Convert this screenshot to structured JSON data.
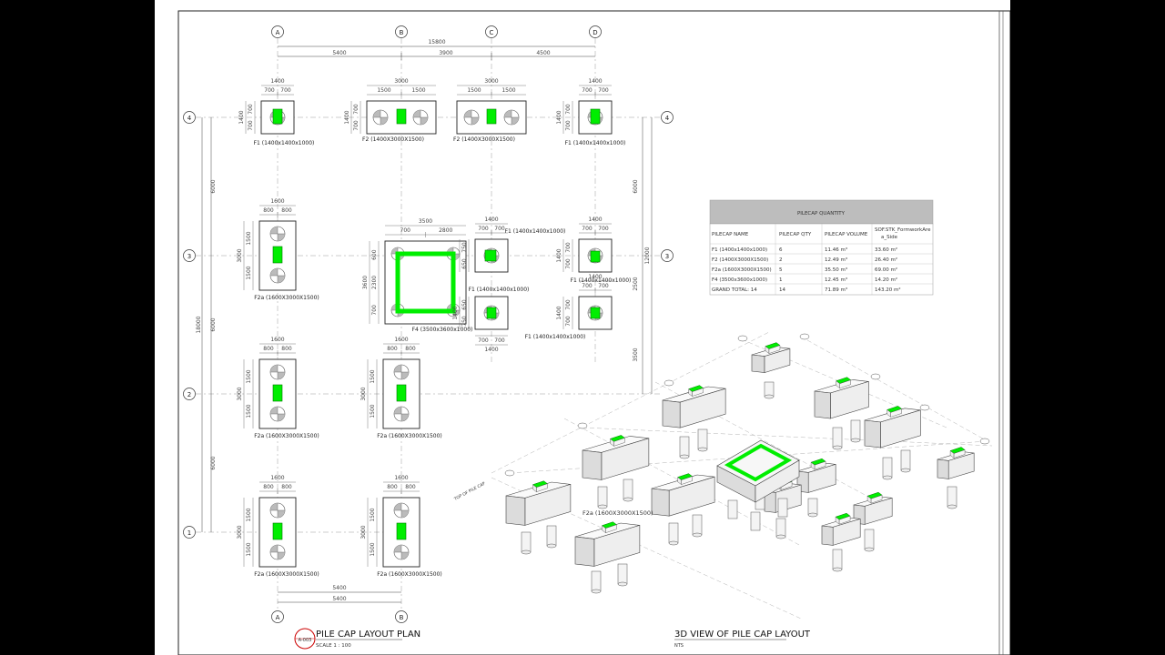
{
  "plan": {
    "grid_columns": [
      "A",
      "B",
      "C",
      "D"
    ],
    "grid_rows": [
      "4",
      "3",
      "2",
      "1"
    ],
    "top_dims": {
      "total": "15800",
      "bays": [
        "5400",
        "3900",
        "4500"
      ]
    },
    "left_dims": {
      "total": "18000",
      "bays": [
        "6000",
        "6000",
        "6000"
      ]
    },
    "right_dims": {
      "total": "12000",
      "bays": [
        "6000",
        "2500",
        "3500"
      ]
    },
    "bottom_dims": {
      "a": "5400",
      "b": "5400"
    },
    "title": "PILE CAP LAYOUT PLAN",
    "scale": "SCALE    1 : 100",
    "sheet_ref": "A-003",
    "footings": [
      {
        "label": "F1 (1400x1400x1000)",
        "w": "1400",
        "w_parts": [
          "700",
          "700"
        ],
        "h": "1400",
        "h_parts": [
          "700",
          "700"
        ]
      },
      {
        "label": "F2 (1400X3000X1500)",
        "w": "3000",
        "w_parts": [
          "1500",
          "1500"
        ],
        "h": "1400",
        "h_parts": [
          "700",
          "700"
        ]
      },
      {
        "label": "F2 (1400X3000X1500)",
        "w": "3000",
        "w_parts": [
          "1500",
          "1500"
        ]
      },
      {
        "label": "F1 (1400x1400x1000)",
        "w": "1400",
        "w_parts": [
          "700",
          "700"
        ],
        "h": "1400",
        "h_parts": [
          "700",
          "700"
        ]
      },
      {
        "label": "F2a (1600X3000X1500)",
        "w": "1600",
        "w_parts": [
          "800",
          "800"
        ],
        "h": "3000",
        "h_parts": [
          "1500",
          "1500"
        ]
      },
      {
        "label": "F4 (3500x3600x1000)",
        "w": "3500",
        "w_parts": [
          "700",
          "2800"
        ],
        "h": "3600",
        "h_parts": [
          "600",
          "2300",
          "700"
        ]
      },
      {
        "label": "F1 (1400x1400x1000)",
        "w": "1400",
        "w_parts": [
          "700",
          "700"
        ],
        "h_parts": [
          "750",
          "650"
        ]
      },
      {
        "label": "F1 (1400x1400x1000)",
        "w": "1400",
        "w_parts": [
          "700",
          "700"
        ],
        "h": "1400",
        "h_parts": [
          "650",
          "750"
        ]
      },
      {
        "label": "F1 (1400x1400x1000)",
        "w": "1400",
        "w_parts": [
          "700",
          "700"
        ],
        "h": "1400",
        "h_parts": [
          "700",
          "700"
        ]
      },
      {
        "label": "F1 (1400x1400x1000)",
        "w": "1400",
        "w_parts": [
          "700",
          "700"
        ],
        "h": "1400",
        "h_parts": [
          "700",
          "700"
        ]
      },
      {
        "label": "F2a (1600X3000X1500)",
        "w": "1600",
        "w_parts": [
          "800",
          "800"
        ],
        "h": "3000",
        "h_parts": [
          "1500",
          "1500"
        ]
      },
      {
        "label": "F2a (1600X3000X1500)",
        "w": "1600",
        "w_parts": [
          "800",
          "800"
        ],
        "h": "3000",
        "h_parts": [
          "1500",
          "1500"
        ]
      },
      {
        "label": "F2a (1600X3000X1500)",
        "w": "1600",
        "w_parts": [
          "800",
          "800"
        ],
        "h": "3000",
        "h_parts": [
          "1500",
          "1500"
        ]
      },
      {
        "label": "F2a (1600X3000X1500)",
        "w": "1600",
        "w_parts": [
          "800",
          "800"
        ],
        "h": "3000",
        "h_parts": [
          "1500",
          "1500"
        ]
      }
    ]
  },
  "table": {
    "title": "PILECAP QUANTITY",
    "headers": [
      "PILECAP NAME",
      "PILECAP QTY",
      "PILECAP VOLUME",
      "SOF.STK_FormworkArea_Side"
    ],
    "rows": [
      [
        "F1 (1400x1400x1000)",
        "6",
        "11.46 m³",
        "33.60 m²"
      ],
      [
        "F2 (1400X3000X1500)",
        "2",
        "12.49 m³",
        "26.40 m²"
      ],
      [
        "F2a (1600X3000X1500)",
        "5",
        "35.50 m³",
        "69.00 m²"
      ],
      [
        "F4 (3500x3600x1000)",
        "1",
        "12.45 m³",
        "14.20 m²"
      ],
      [
        "GRAND TOTAL: 14",
        "14",
        "71.89 m³",
        "143.20 m²"
      ]
    ]
  },
  "view3d": {
    "title": "3D VIEW OF PILE CAP LAYOUT",
    "subtitle": "NTS",
    "tag": "F2a (1600X3000X1500)",
    "level_note": "TOP OF PILE CAP"
  },
  "colors": {
    "column": "#00ee00",
    "column_stroke": "#007700",
    "line": "#222222",
    "paper": "#ffffff"
  }
}
